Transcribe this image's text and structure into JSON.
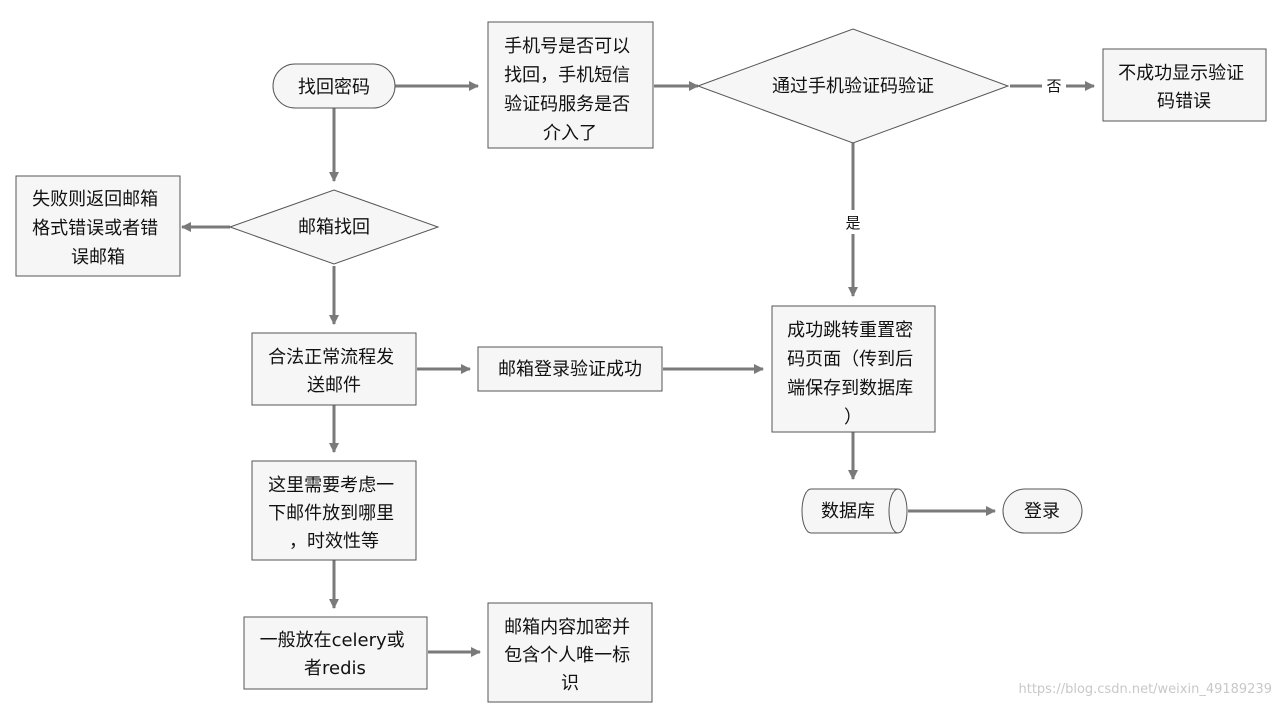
{
  "diagram": {
    "nodes": {
      "start": {
        "lines": [
          "找回密码"
        ]
      },
      "phone_check": {
        "lines": [
          "手机号是否可以",
          "找回，手机短信",
          "验证码服务是否",
          "介入了"
        ]
      },
      "phone_verify": {
        "lines": [
          "通过手机验证码验证"
        ]
      },
      "phone_fail": {
        "lines": [
          "不成功显示验证",
          "码错误"
        ]
      },
      "email_check": {
        "lines": [
          "邮箱找回"
        ]
      },
      "email_fail": {
        "lines": [
          "失败则返回邮箱",
          "格式错误或者错",
          "误邮箱"
        ]
      },
      "send_mail": {
        "lines": [
          "合法正常流程发",
          "送邮件"
        ]
      },
      "email_verified": {
        "lines": [
          "邮箱登录验证成功"
        ]
      },
      "reset_page": {
        "lines": [
          "成功跳转重置密",
          "码页面（传到后",
          "端保存到数据库",
          "）"
        ]
      },
      "consider": {
        "lines": [
          "这里需要考虑一",
          "下邮件放到哪里",
          "，时效性等"
        ]
      },
      "storage": {
        "lines": [
          "一般放在celery或",
          "者redis"
        ]
      },
      "encrypt": {
        "lines": [
          "邮箱内容加密并",
          "包含个人唯一标",
          "识"
        ]
      },
      "database": {
        "lines": [
          "数据库"
        ]
      },
      "login": {
        "lines": [
          "登录"
        ]
      }
    },
    "edge_labels": {
      "no": "否",
      "yes": "是"
    }
  },
  "watermark": "https://blog.csdn.net/weixin_49189239"
}
